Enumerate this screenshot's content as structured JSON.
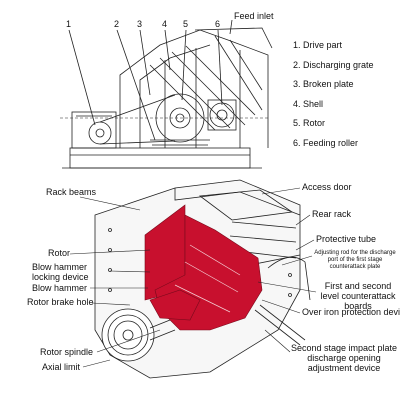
{
  "top_callouts": [
    "1",
    "2",
    "3",
    "4",
    "5",
    "6"
  ],
  "feed_inlet": "Feed inlet",
  "legend": [
    "1. Drive part",
    "2. Discharging grate",
    "3. Broken plate",
    "4. Shell",
    "5. Rotor",
    "6. Feeding roller"
  ],
  "left_labels": {
    "rack_beams": "Rack beams",
    "rotor": "Rotor",
    "blow_hammer_locking": "Blow hammer locking device",
    "blow_hammer": "Blow hammer",
    "rotor_brake_hole": "Rotor brake hole",
    "rotor_spindle": "Rotor spindle",
    "axial_limit": "Axial limit"
  },
  "right_labels": {
    "access_door": "Access door",
    "rear_rack": "Rear rack",
    "protective_tube": "Protective tube",
    "adjusting_rod": "Adjusting rod for the discharge port of the first stage counterattack plate",
    "counterattack_boards": "First and second level counterattack boards",
    "over_iron": "Over iron protection device",
    "second_stage": "Second stage impact plate discharge opening adjustment device"
  },
  "colors": {
    "accent_red": "#c8102e",
    "line": "#222222"
  }
}
